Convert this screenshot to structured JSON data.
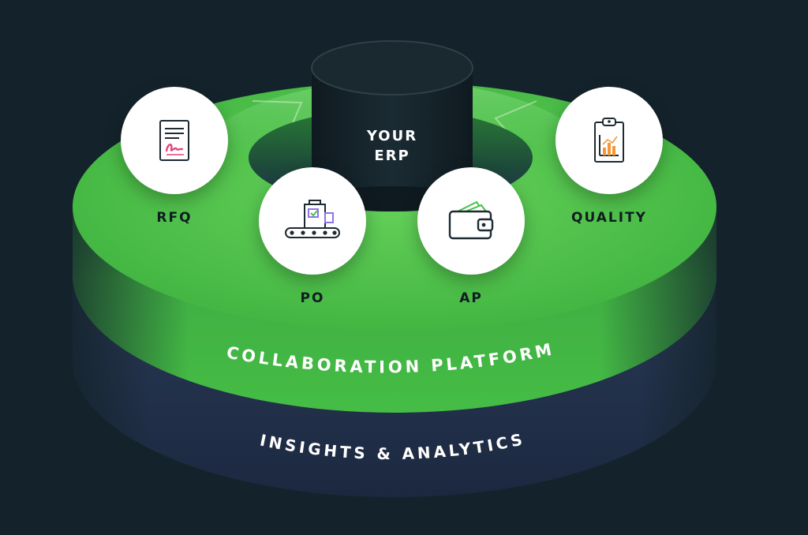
{
  "erp": {
    "line1": "YOUR",
    "line2": "ERP"
  },
  "nodes": {
    "rfq": {
      "label": "RFQ",
      "icon": "document-signature-icon"
    },
    "po": {
      "label": "PO",
      "icon": "conveyor-belt-icon"
    },
    "ap": {
      "label": "AP",
      "icon": "wallet-icon"
    },
    "quality": {
      "label": "QUALITY",
      "icon": "clipboard-chart-icon"
    }
  },
  "layers": {
    "collaboration": "COLLABORATION PLATFORM",
    "insights": "INSIGHTS & ANALYTICS"
  },
  "colors": {
    "background": "#14232b",
    "platform_green": "#4cc24a",
    "cylinder_dark": "#15242c",
    "accent_pink": "#e6457a",
    "accent_orange": "#f2983a",
    "accent_green": "#43c248",
    "accent_purple": "#8f72e8"
  }
}
